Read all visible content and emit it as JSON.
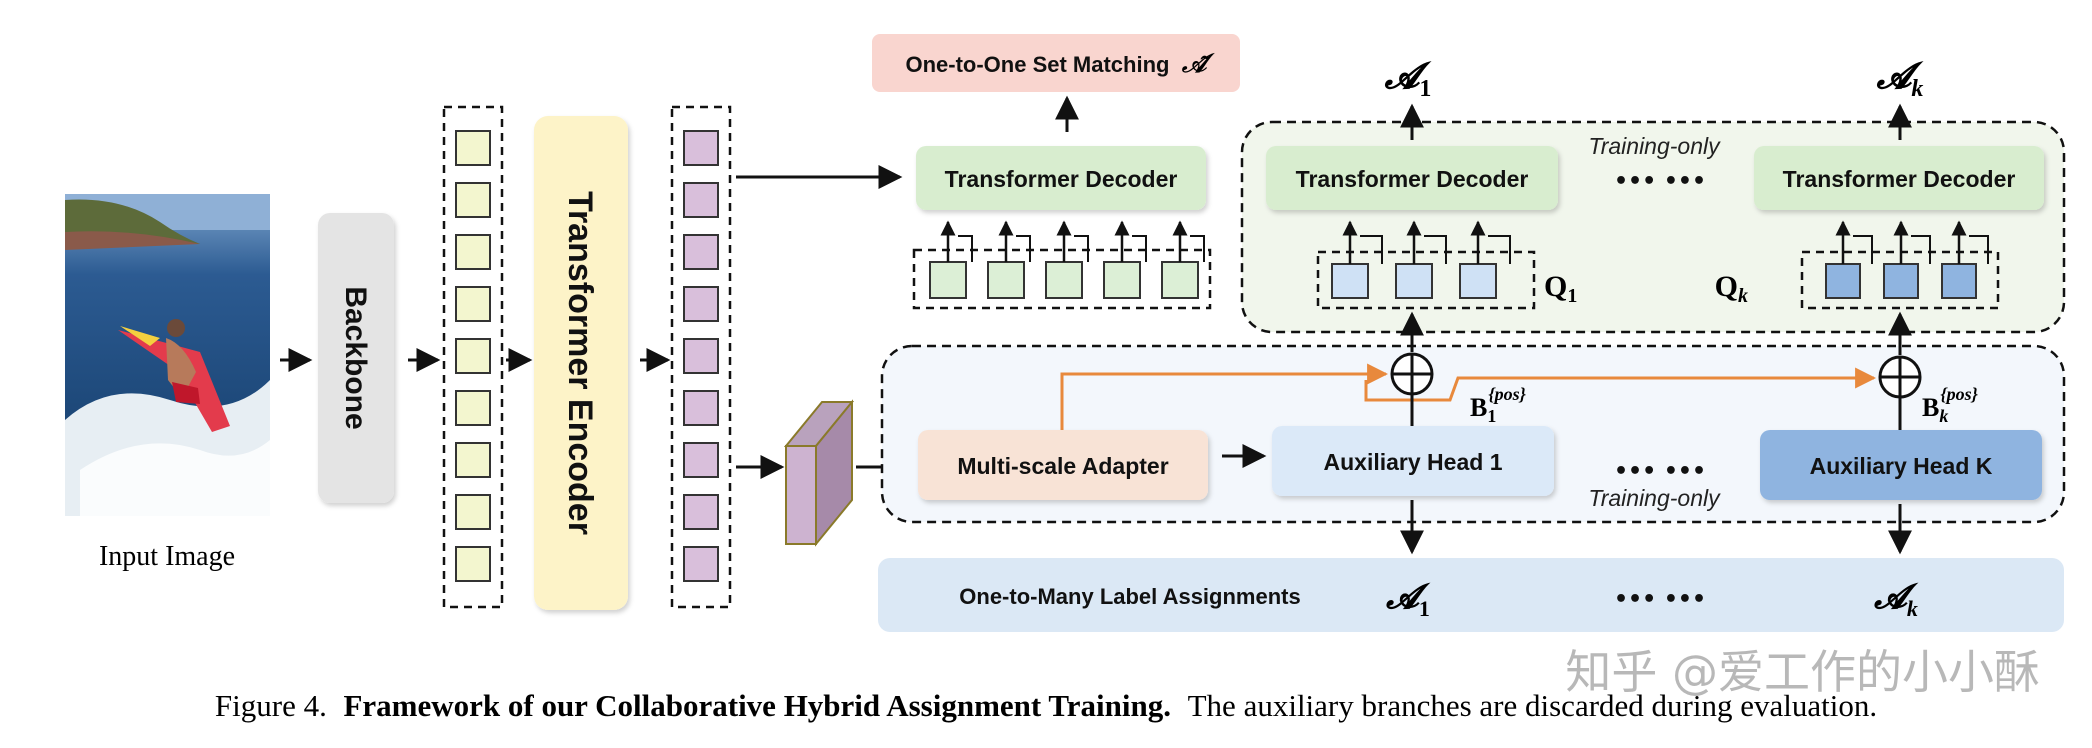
{
  "colors": {
    "background": "#ffffff",
    "feature_cell_yellow": "#f3f6cf",
    "feature_cell_purple": "#d9bfdb",
    "query_cell_green": "#dcefd6",
    "query_cell_blue_light": "#cfe1f5",
    "query_cell_blue_dark": "#8fb4e0",
    "decoder_fill": "#d8edcf",
    "encoder_fill": "#fdf3c8",
    "backbone_fill": "#e4e4e4",
    "one_to_one_fill": "#f9d5cf",
    "adapter_fill": "#f8e3d6",
    "aux_head_1_fill": "#dbe9f8",
    "aux_head_k_fill": "#8fb4e0",
    "label_assign_fill": "#dbe8f5",
    "training_region_green": "#f1f6ec",
    "training_region_blue": "#f3f7fc",
    "orange_arrow": "#e8893c"
  },
  "input_image": {
    "label": "Input Image"
  },
  "backbone": {
    "label": "Backbone"
  },
  "transformer_encoder": {
    "label": "Transformer Encoder"
  },
  "one_to_one": {
    "label": "One-to-One Set Matching",
    "symbol": "𝒜̃"
  },
  "decoders": {
    "main": "Transformer Decoder",
    "aux_1": "Transformer Decoder",
    "aux_k": "Transformer Decoder"
  },
  "outputs_top": {
    "a1_sym": "𝓐",
    "a1_sub": "1",
    "ak_sym": "𝓐",
    "ak_sub": "k"
  },
  "training_only_top": "Training-only",
  "training_only_bottom": "Training-only",
  "ellipsis": "••• •••",
  "queries": {
    "q1_sym": "Q",
    "q1_sub": "1",
    "qk_sym": "Q",
    "qk_sub": "k"
  },
  "positional": {
    "b1_sym": "B",
    "b1_sub": "1",
    "bk_sym": "B",
    "bk_sub": "k",
    "pos_sup": "{pos}"
  },
  "adapter": {
    "label": "Multi-scale Adapter"
  },
  "aux_heads": {
    "head_1": "Auxiliary Head 1",
    "head_k": "Auxiliary Head K"
  },
  "label_assignments": {
    "label": "One-to-Many Label Assignments",
    "a1_sym": "𝓐",
    "a1_sub": "1",
    "ak_sym": "𝓐",
    "ak_sub": "k"
  },
  "caption": {
    "prefix": "Figure 4.",
    "bold": "Framework of our Collaborative Hybrid Assignment Training.",
    "rest": "The auxiliary branches are discarded during evaluation."
  },
  "watermark": "知乎 @爱工作的小小酥"
}
